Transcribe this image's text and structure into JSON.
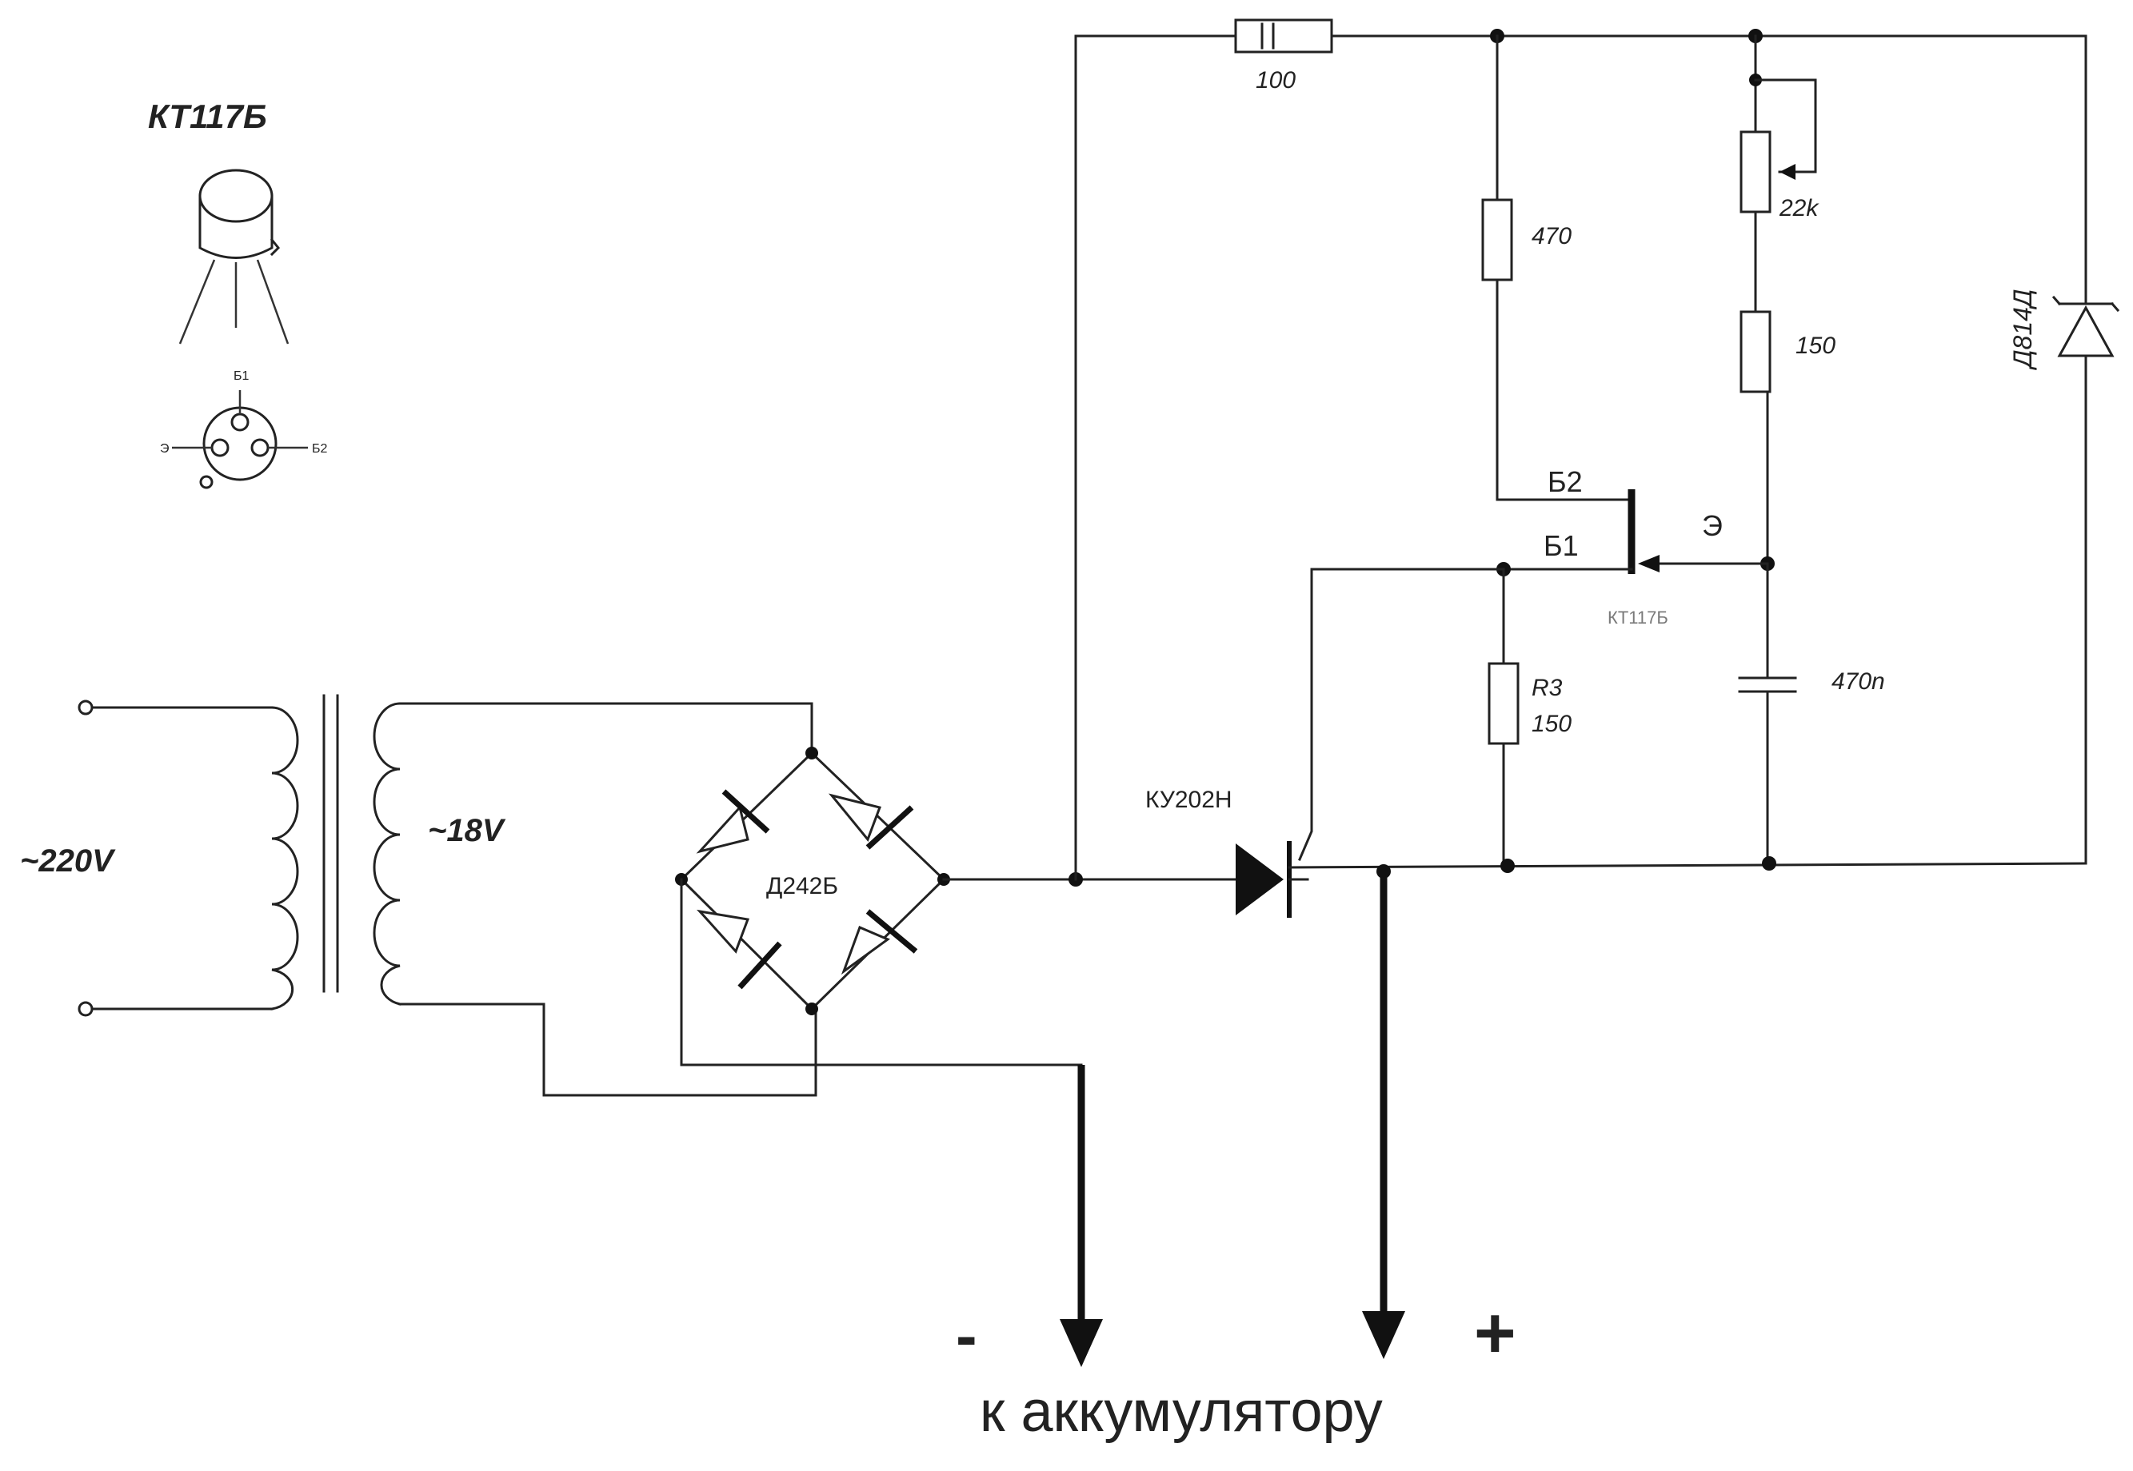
{
  "transistor_pinout": {
    "title": "КТ117Б",
    "pin_b1": "Б1",
    "pin_e": "Э",
    "pin_b2": "Б2"
  },
  "input": {
    "primary_voltage": "~220V",
    "secondary_voltage": "~18V"
  },
  "bridge": {
    "label": "Д242Б"
  },
  "components": {
    "r_top": "100",
    "r_b2": "470",
    "pot": "22k",
    "r_series": "150",
    "zener": "Д814Д",
    "ujt_b2": "Б2",
    "ujt_b1": "Б1",
    "ujt_e": "Э",
    "ujt_name": "КТ117Б",
    "r3_name": "R3",
    "r3_value": "150",
    "cap": "470n",
    "thyristor": "КУ202Н"
  },
  "output": {
    "minus": "-",
    "plus": "+",
    "caption": "к аккумулятору"
  },
  "colors": {
    "ink": "#222222",
    "paper": "#ffffff"
  }
}
